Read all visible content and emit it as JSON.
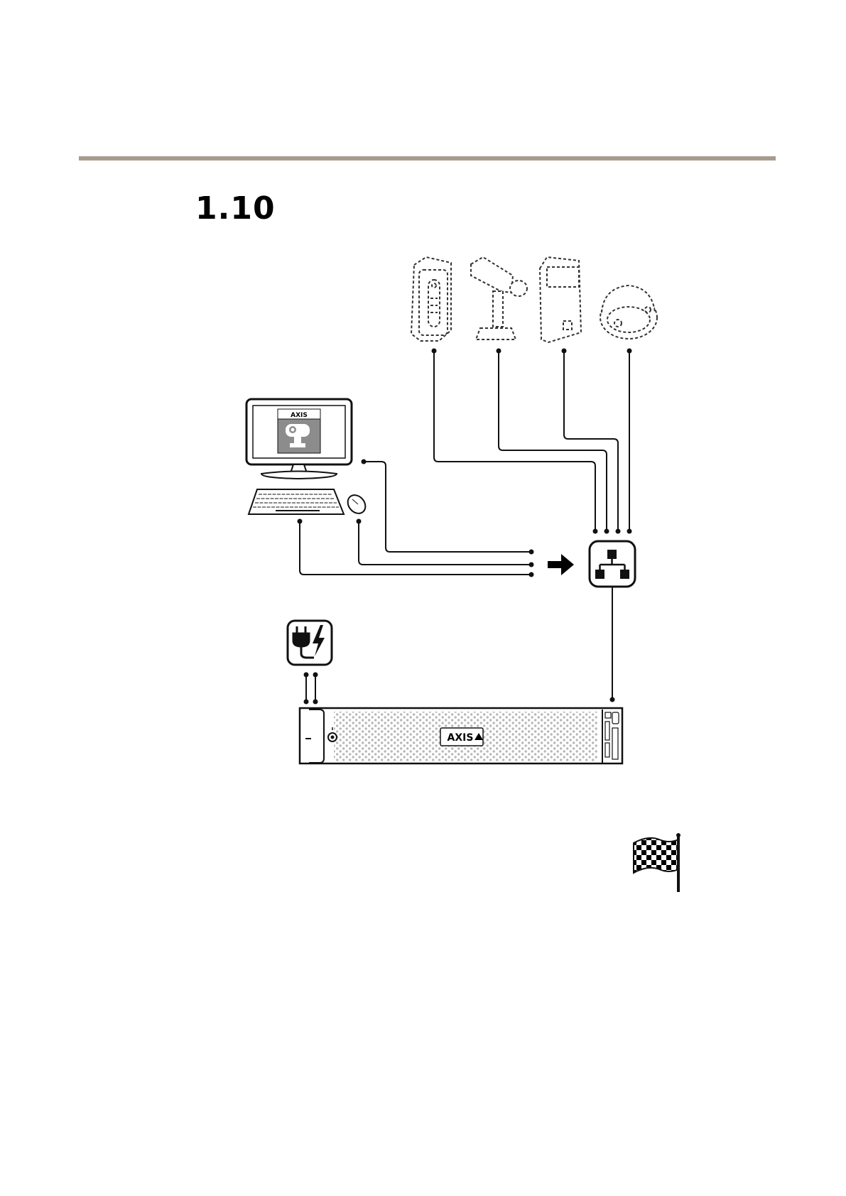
{
  "page": {
    "step_number": "1.10",
    "rule_color": "#a89c8f"
  },
  "diagram": {
    "logos": {
      "monitor_logo": "AXIS",
      "recorder_logo": "AXIS"
    },
    "icons": [
      "door-station-icon",
      "bullet-camera-icon",
      "box-camera-icon",
      "dome-camera-icon",
      "computer-monitor-icon",
      "keyboard-icon",
      "mouse-icon",
      "arrow-right-icon",
      "network-switch-icon",
      "power-supply-icon",
      "recorder-icon",
      "checkered-flag-icon"
    ]
  }
}
